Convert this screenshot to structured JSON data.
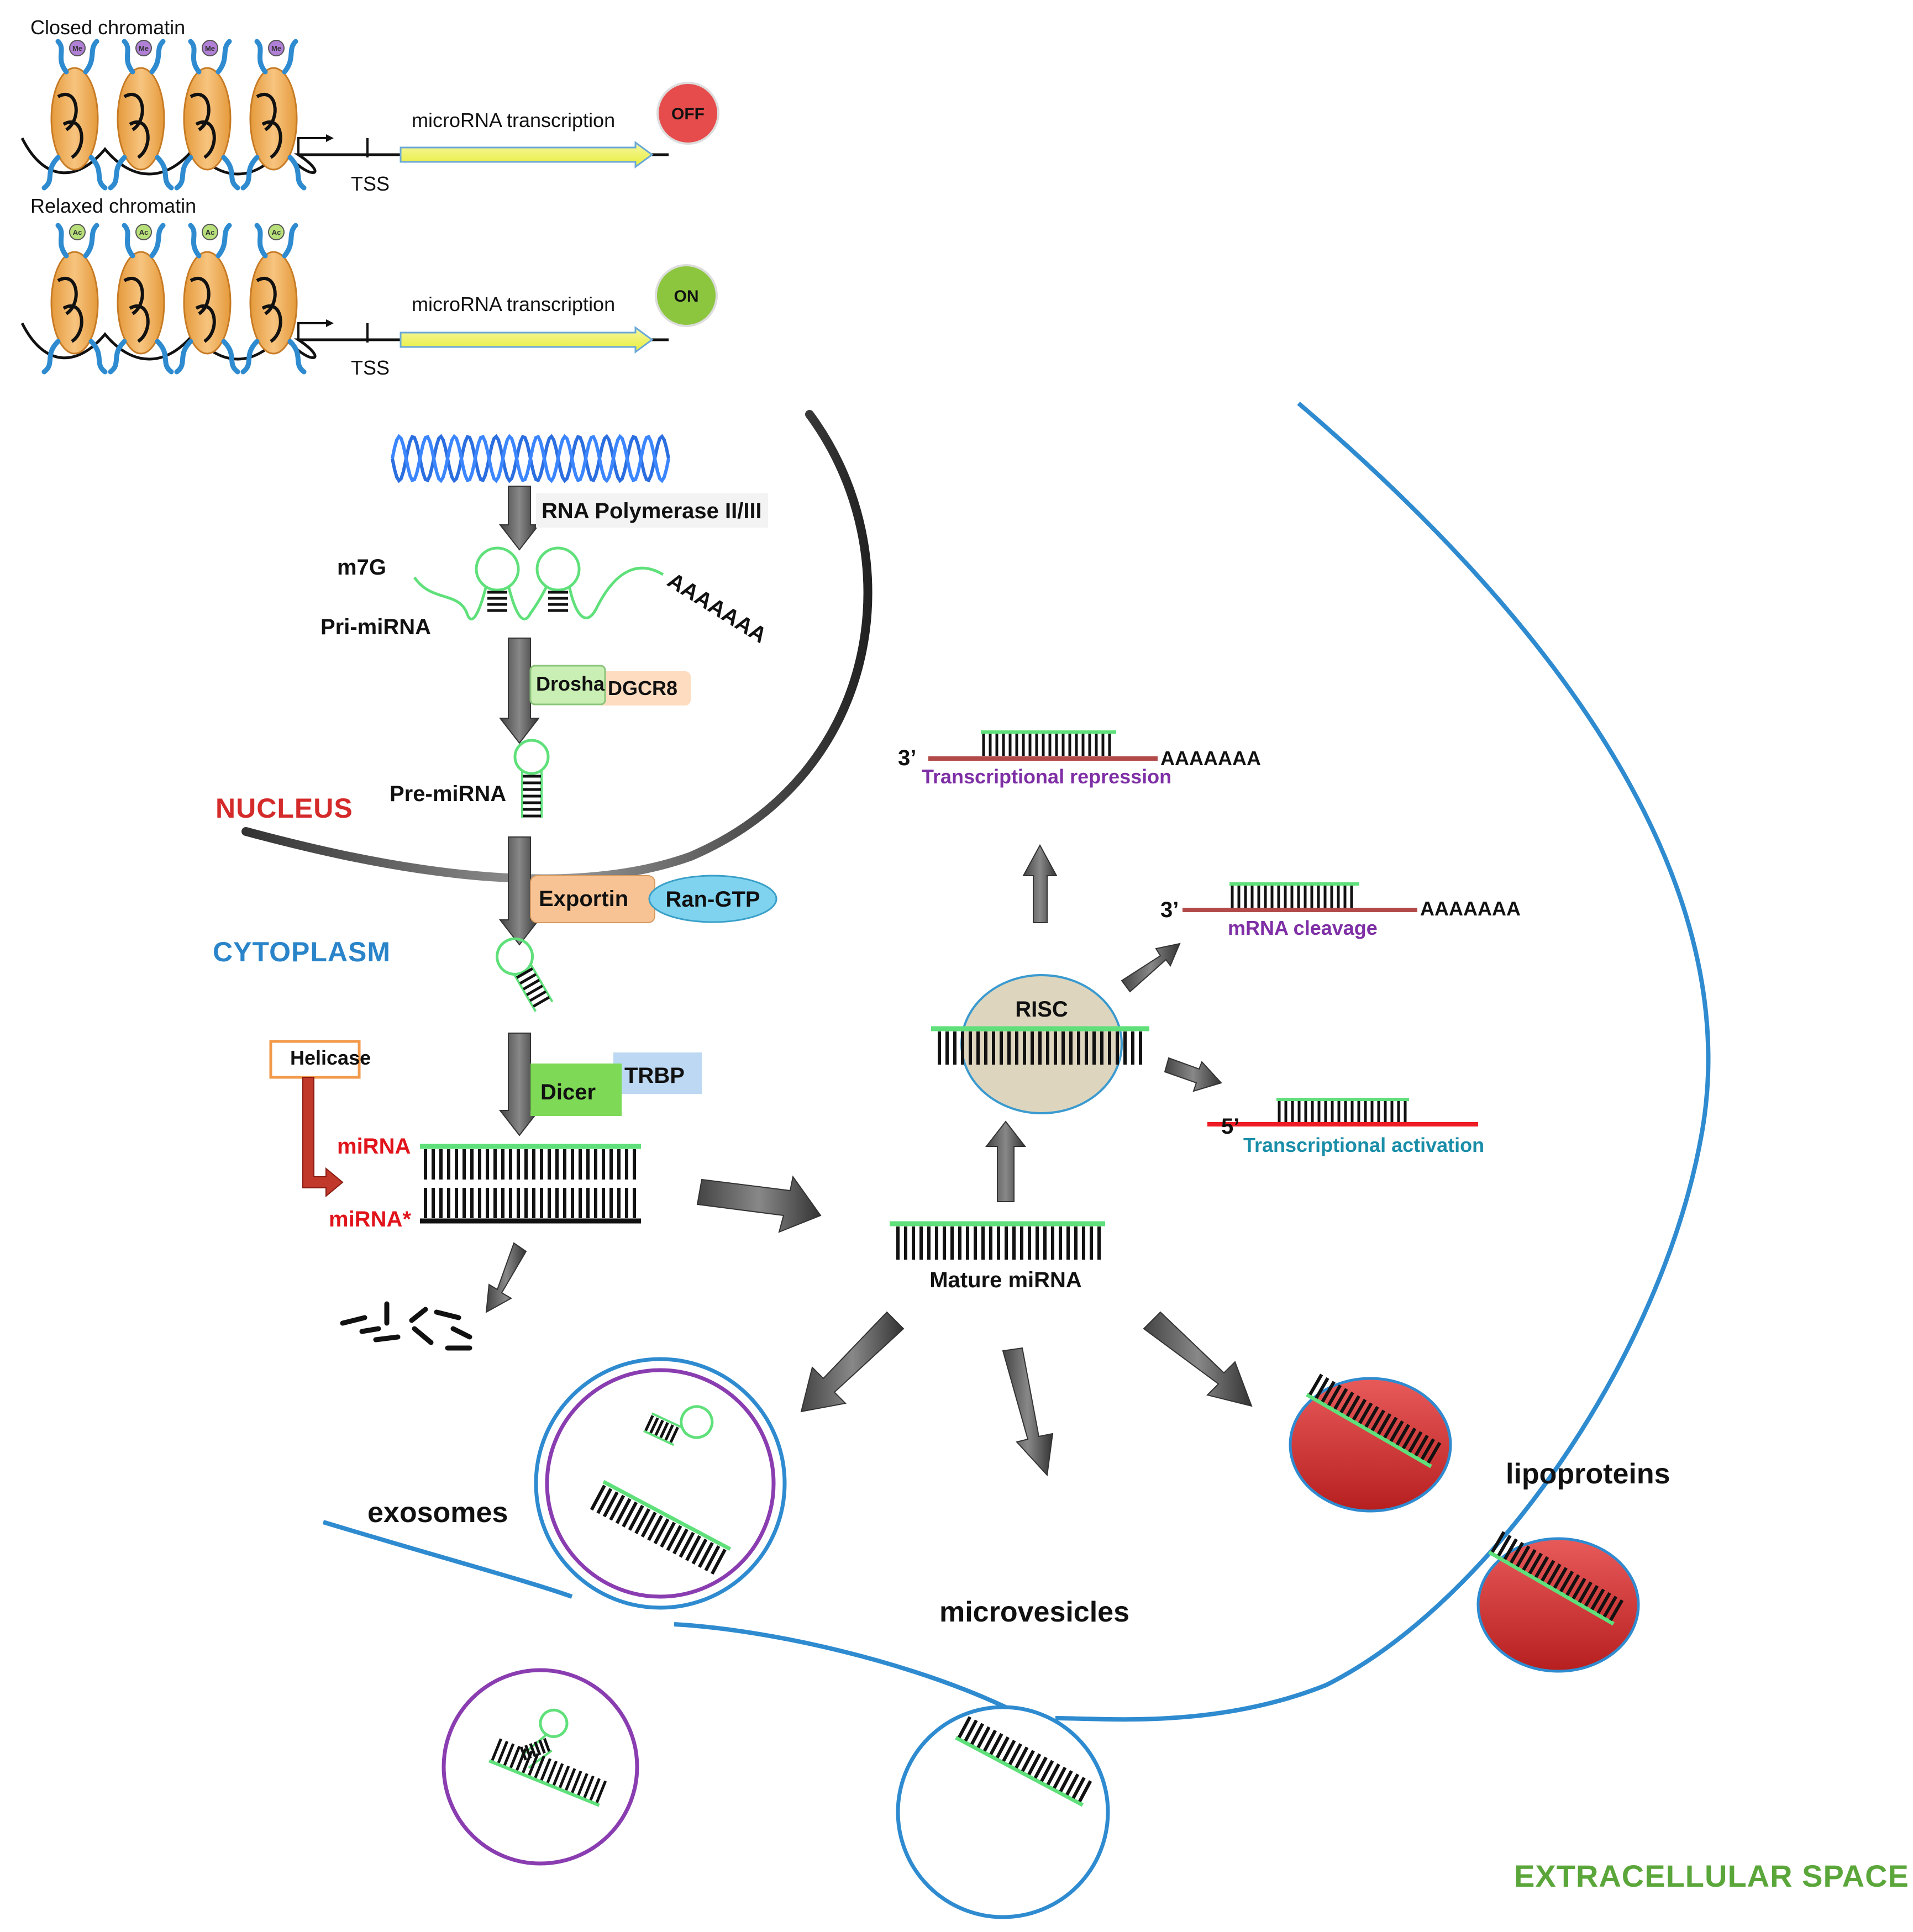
{
  "chromatin": {
    "closed_label": "Closed chromatin",
    "relaxed_label": "Relaxed chromatin",
    "transcription_label": "microRNA transcription",
    "tss_label": "TSS",
    "off_label": "OFF",
    "on_label": "ON",
    "closed_mark": "Me",
    "relaxed_mark": "Ac"
  },
  "biogenesis": {
    "polymerase_label": "RNA Polymerase II/III",
    "m7g_label": "m7G",
    "pri_mirna_label": "Pri-miRNA",
    "polya_label": "AAAAAAA",
    "drosha_label": "Drosha",
    "dgcr8_label": "DGCR8",
    "pre_mirna_label": "Pre-miRNA",
    "exportin_label": "Exportin",
    "rangtp_label": "Ran-GTP",
    "helicase_label": "Helicase",
    "dicer_label": "Dicer",
    "trbp_label": "TRBP",
    "mirna_label": "miRNA",
    "mirna_star_label": "miRNA*",
    "mature_label": "Mature miRNA"
  },
  "regions": {
    "nucleus": "NUCLEUS",
    "cytoplasm": "CYTOPLASM",
    "extracellular": "EXTRACELLULAR SPACE"
  },
  "risc": {
    "label": "RISC",
    "three_prime": "3’",
    "five_prime": "5’",
    "polya": "AAAAAAA",
    "repression_label": "Transcriptional  repression",
    "cleavage_label": "mRNA cleavage",
    "activation_label": "Transcriptional activation"
  },
  "secretion": {
    "exosomes_label": "exosomes",
    "microvesicles_label": "microvesicles",
    "lipoproteins_label": "lipoproteins"
  },
  "colors": {
    "green_rna": "#5fe07a",
    "membrane_blue": "#2f8bd0",
    "exosome_purple": "#8a3db0",
    "lipoprotein_red": "#d93030",
    "risc_fill": "#ddd5bd",
    "off_red": "#e64c4c",
    "on_green": "#8cc63f",
    "mrna_dark_red": "#b34a4a",
    "mrna_red": "#ee1c24"
  }
}
